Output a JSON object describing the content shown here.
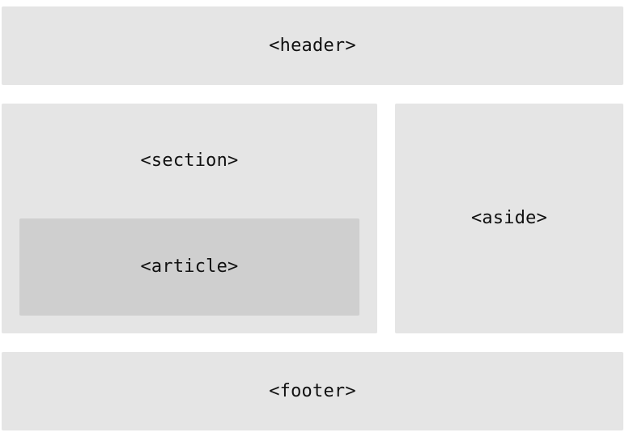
{
  "blocks": {
    "header": "<header>",
    "section": "<section>",
    "article": "<article>",
    "aside": "<aside>",
    "footer": "<footer>"
  },
  "colors": {
    "block_fill": "#e5e5e5",
    "nested_block_fill": "#cfcfcf",
    "text": "#111111",
    "background": "#ffffff"
  }
}
